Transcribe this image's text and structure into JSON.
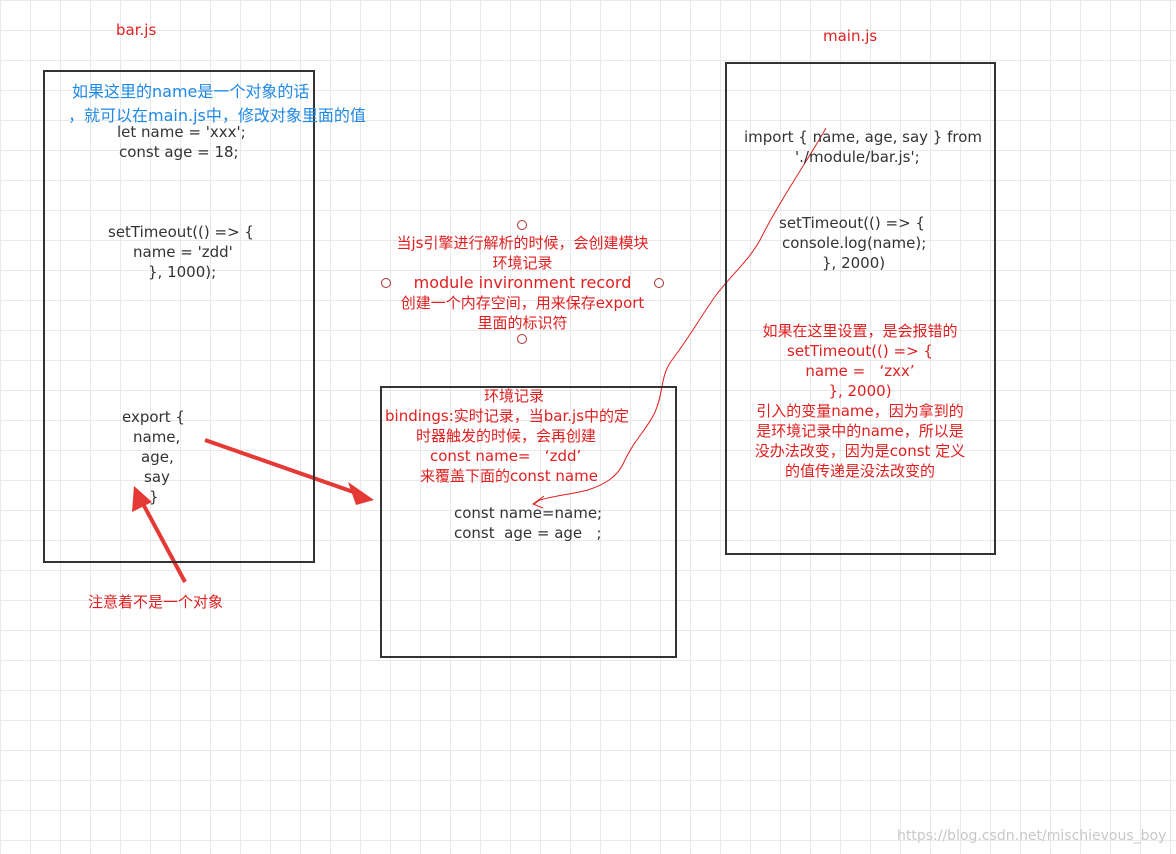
{
  "bar": {
    "title": "bar.js",
    "note_line1": "如果这里的name是一个对象的话",
    "note_line2": "，就可以在main.js中，修改对象里面的值",
    "code_let": "let name = 'xxx';",
    "code_const": "const age = 18;",
    "timeout_line1": "setTimeout(() => {",
    "timeout_line2": "name = 'zdd'",
    "timeout_line3": "}, 1000);",
    "export_line1": "export {",
    "export_line2": "name,",
    "export_line3": "age,",
    "export_line4": "say",
    "export_line5": "}",
    "bottom_note": "注意着不是一个对象"
  },
  "module_record": {
    "line1": "当js引擎进行解析的时候，会创建模块",
    "line2": "环境记录",
    "line3": "module invironment record",
    "line4": "创建一个内存空间，用来保存export",
    "line5": "里面的标识符"
  },
  "env_box": {
    "title": "环境记录",
    "line1": "bindings:实时记录，当bar.js中的定",
    "line2": "时器触发的时候，会再创建",
    "line3": "const name=   ‘zdd’",
    "line4": "来覆盖下面的const name",
    "code1": "const name=name;",
    "code2": "const  age = age   ;"
  },
  "main": {
    "title": "main.js",
    "import_line1": "import { name, age, say } from",
    "import_line2": "'./module/bar.js';",
    "timeout_line1": "setTimeout(() => {",
    "timeout_line2": "console.log(name);",
    "timeout_line3": "}, 2000)",
    "note_line1": "如果在这里设置，是会报错的",
    "note_line2": "setTimeout(() => {",
    "note_line3": "name =   ‘zxx’",
    "note_line4": "}, 2000)",
    "note_line5": "引入的变量name，因为拿到的",
    "note_line6": "是环境记录中的name，所以是",
    "note_line7": "没办法改变，因为是const 定义",
    "note_line8": "的值传递是没法改变的"
  },
  "watermark": "https://blog.csdn.net/mischievous_boy",
  "colors": {
    "annotation_red": "#e02020",
    "annotation_blue": "#1e88e5",
    "box_border": "#333333"
  }
}
